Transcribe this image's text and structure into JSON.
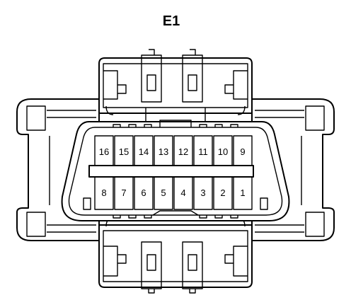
{
  "connector": {
    "title": "E1",
    "top_row_pins": [
      "16",
      "15",
      "14",
      "13",
      "12",
      "11",
      "10",
      "9"
    ],
    "bottom_row_pins": [
      "8",
      "7",
      "6",
      "5",
      "4",
      "3",
      "2",
      "1"
    ]
  }
}
